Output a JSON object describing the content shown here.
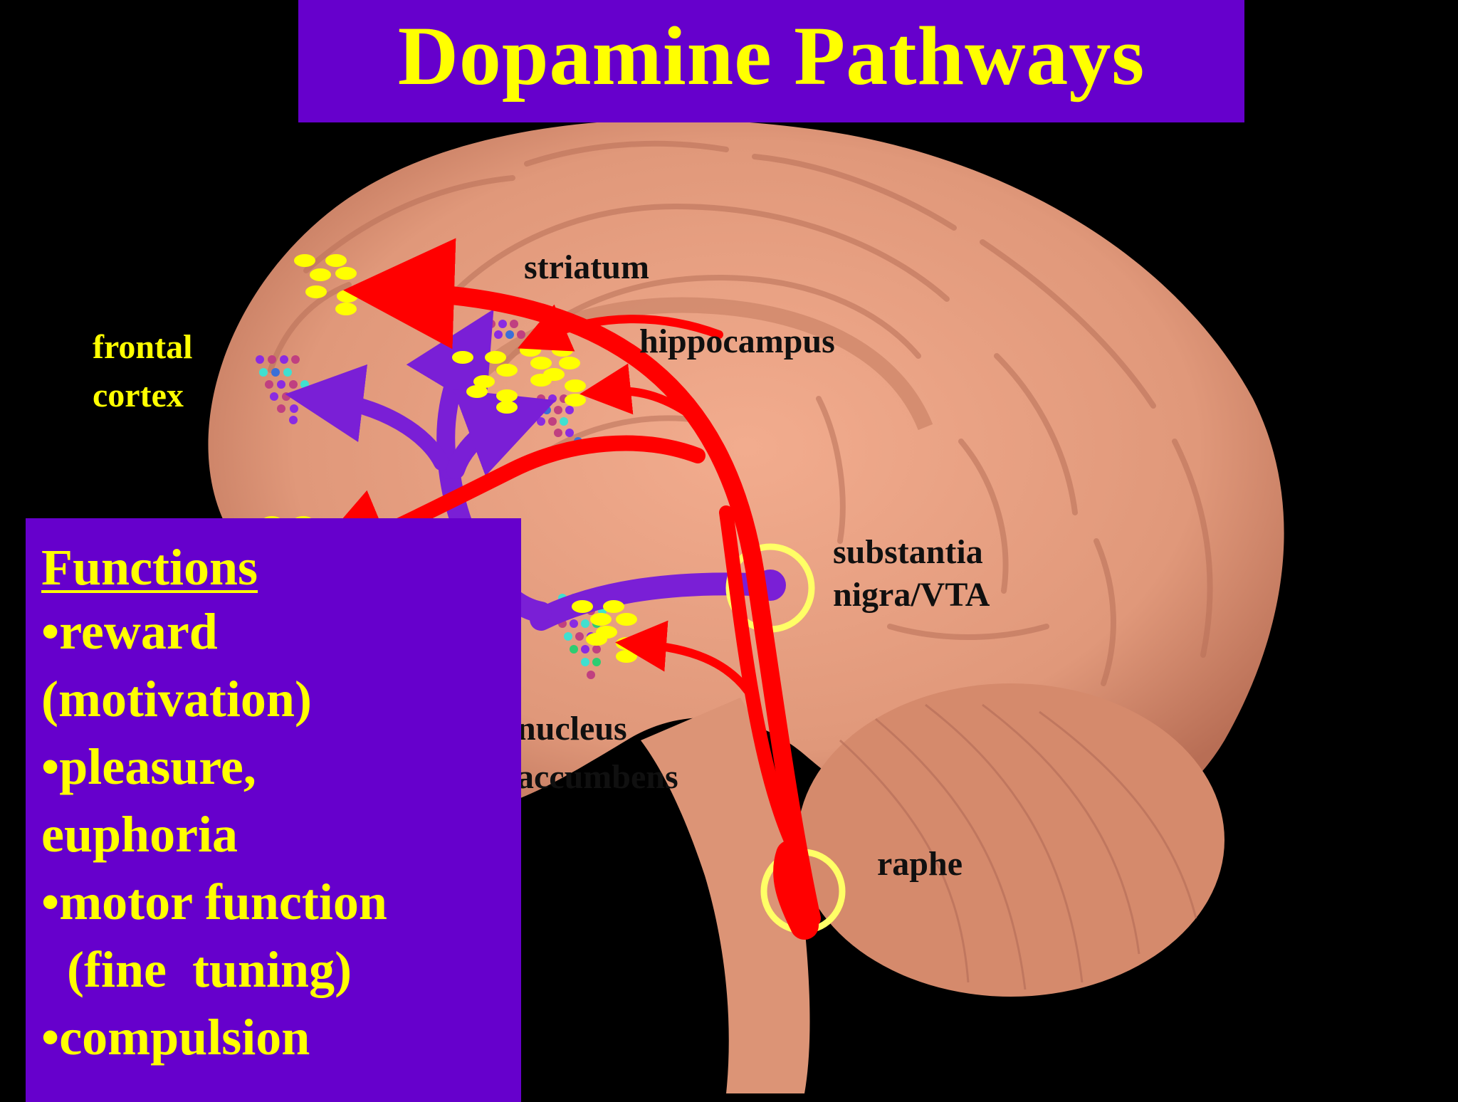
{
  "title": "Dopamine Pathways",
  "labels": {
    "striatum": "striatum",
    "hippocampus": "hippocampus",
    "frontal_cortex_line1": "frontal",
    "frontal_cortex_line2": "cortex",
    "substantia_line1": "substantia",
    "substantia_line2": "nigra/VTA",
    "nucleus_line1": "nucleus",
    "nucleus_line2": "accumbens",
    "raphe": "raphe"
  },
  "functions": {
    "heading": "Functions",
    "items": [
      "•reward",
      "(motivation)",
      "•pleasure,",
      "euphoria",
      "•motor function",
      "  (fine  tuning)",
      "•compulsion"
    ]
  },
  "colors": {
    "background": "#000000",
    "title_bg": "#6600cc",
    "title_text": "#ffff00",
    "brain": "#e0987a",
    "serotonin_arrow": "#ff0000",
    "dopamine_arrow": "#7a1fd6",
    "ring": "#ffff66"
  }
}
